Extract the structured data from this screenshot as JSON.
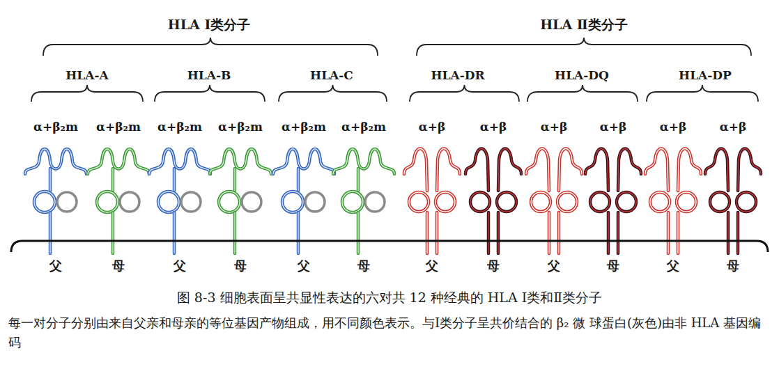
{
  "diagram": {
    "caption": "图 8-3 细胞表面呈共显性表达的六对共 12 种经典的 HLA Ⅰ类和Ⅱ类分子",
    "labels": [
      "HLA Ⅰ类分子",
      "HLA Ⅱ类分子",
      "HLA-A",
      "HLA-B",
      "HLA-C",
      "HLA-DR",
      "HLA-DQ",
      "HLA-DP",
      "α+β₂m",
      "α+β₂m",
      "α+β₂m",
      "α+β₂m",
      "α+β₂m",
      "α+β₂m",
      "α+β",
      "α+β",
      "α+β",
      "α+β",
      "α+β",
      "α+β",
      "父",
      "母",
      "父",
      "母",
      "父",
      "母",
      "父",
      "母",
      "父",
      "母",
      "父",
      "母",
      "每一对分子分别由来自父亲和母亲的等位基因产物组成，用不同颜色表示。与Ⅰ类分子呈共价结合的 β₂ 微 球蛋白(灰色)由非 HLA 基因编码"
    ]
  }
}
